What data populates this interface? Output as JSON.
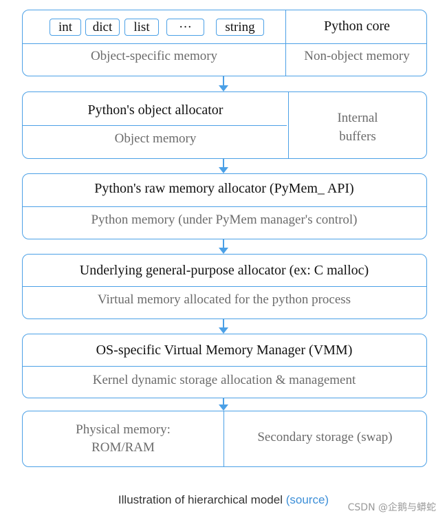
{
  "layer1": {
    "types": [
      "int",
      "dict",
      "list",
      "···",
      "string"
    ],
    "core_label": "Python core",
    "object_specific": "Object-specific memory",
    "non_object": "Non-object memory"
  },
  "layer2": {
    "title": "Python's object allocator",
    "sub": "Object memory",
    "internal_line1": "Internal",
    "internal_line2": "buffers"
  },
  "layer3": {
    "title": "Python's raw memory allocator (PyMem_ API)",
    "sub": "Python memory (under PyMem manager's control)"
  },
  "layer4": {
    "title": "Underlying general-purpose allocator (ex: C malloc)",
    "sub": "Virtual memory allocated for the python process"
  },
  "layer5": {
    "title": "OS-specific Virtual Memory Manager (VMM)",
    "sub": "Kernel dynamic storage allocation & management"
  },
  "layer6": {
    "physical_line1": "Physical memory:",
    "physical_line2": "ROM/RAM",
    "secondary": "Secondary storage (swap)"
  },
  "caption": {
    "text": "Illustration of hierarchical model",
    "link_text": "(source)"
  },
  "watermark": "CSDN @企鹅与蟒蛇",
  "colors": {
    "border": "#4ba0e6",
    "title_text": "#111111",
    "sub_text": "#6b6b6b"
  }
}
